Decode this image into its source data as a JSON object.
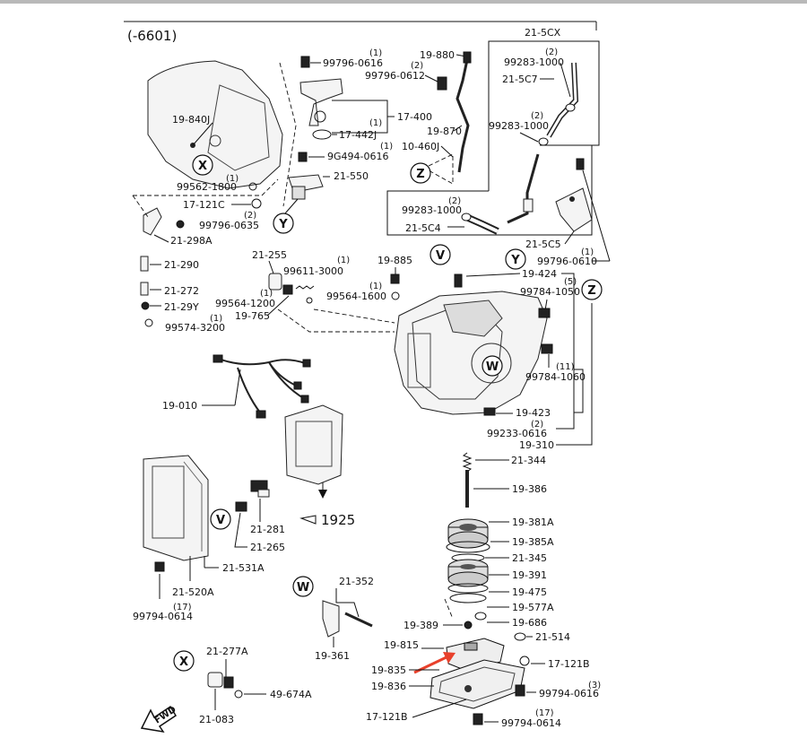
{
  "header": {
    "code": "(-6601)"
  },
  "footer": {
    "fwd": "FWD",
    "ref_1925": "1925"
  },
  "markers": {
    "X": "X",
    "Y": "Y",
    "Z": "Z",
    "V": "V",
    "W": "W"
  },
  "labels": {
    "l_99796_0616a_qty": "(1)",
    "l_99796_0616a": "99796-0616",
    "l_17_400": "17-400",
    "l_17_442J_qty": "(1)",
    "l_17_442J": "17-442J",
    "l_9G494_qty": "(1)",
    "l_9G494": "9G494-0616",
    "l_21_550": "21-550",
    "l_19_840J": "19-840J",
    "l_99562_qty": "(1)",
    "l_99562": "99562-1800",
    "l_17_121C": "17-121C",
    "l_99796_0635_qty": "(2)",
    "l_99796_0635": "99796-0635",
    "l_21_298A": "21-298A",
    "l_21_290": "21-290",
    "l_21_272": "21-272",
    "l_21_29Y": "21-29Y",
    "l_99574_qty": "(1)",
    "l_99574": "99574-3200",
    "l_21_255": "21-255",
    "l_99611_qty": "(1)",
    "l_99611": "99611-3000",
    "l_99564_1200_qty": "(1)",
    "l_99564_1200": "99564-1200",
    "l_19_765": "19-765",
    "l_19_885": "19-885",
    "l_99564_1600_qty": "(1)",
    "l_99564_1600": "99564-1600",
    "l_19_880": "19-880",
    "l_99796_0612_qty": "(2)",
    "l_99796_0612": "99796-0612",
    "l_19_870": "19-870",
    "l_10_460J": "10-460J",
    "l_21_5CX": "21-5CX",
    "l_99283_a_qty": "(2)",
    "l_99283_a": "99283-1000",
    "l_21_5C7": "21-5C7",
    "l_99283_b_qty": "(2)",
    "l_99283_b": "99283-1000",
    "l_99283_c_qty": "(2)",
    "l_99283_c": "99283-1000",
    "l_21_5C4": "21-5C4",
    "l_21_5C5": "21-5C5",
    "l_99796_0610_qty": "(1)",
    "l_99796_0610": "99796-0610",
    "l_19_424": "19-424",
    "l_99784_1050_qty": "(5)",
    "l_99784_1050": "99784-1050",
    "l_99784_1060_qty": "(11)",
    "l_99784_1060": "99784-1060",
    "l_19_010": "19-010",
    "l_19_423": "19-423",
    "l_99233_qty": "(2)",
    "l_99233": "99233-0616",
    "l_19_310": "19-310",
    "l_21_344": "21-344",
    "l_19_386": "19-386",
    "l_19_381A": "19-381A",
    "l_19_385A": "19-385A",
    "l_21_345": "21-345",
    "l_19_391": "19-391",
    "l_19_475": "19-475",
    "l_19_577A": "19-577A",
    "l_19_686": "19-686",
    "l_19_389": "19-389",
    "l_21_514": "21-514",
    "l_19_815": "19-815",
    "l_17_121B_a": "17-121B",
    "l_19_835": "19-835",
    "l_19_836": "19-836",
    "l_99794_0616_qty": "(3)",
    "l_99794_0616": "99794-0616",
    "l_17_121B_b": "17-121B",
    "l_99794_0614b_qty": "(17)",
    "l_99794_0614b": "99794-0614",
    "l_21_281": "21-281",
    "l_21_265": "21-265",
    "l_21_531A": "21-531A",
    "l_21_520A": "21-520A",
    "l_99794_0614a_qty": "(17)",
    "l_99794_0614a": "99794-0614",
    "l_21_352": "21-352",
    "l_19_361": "19-361",
    "l_21_277A": "21-277A",
    "l_49_674A": "49-674A",
    "l_21_083": "21-083"
  }
}
